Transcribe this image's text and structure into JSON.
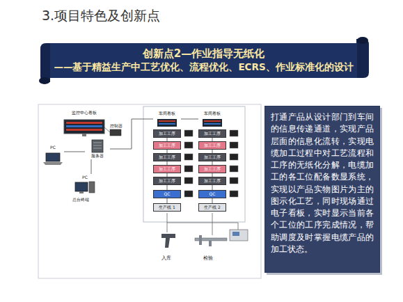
{
  "diagram": {
    "title": "3.项目特色及创新点",
    "nodes": [
      {
        "text": [
          "创新点2—作业指导无纸化",
          "——基于精益生产中工艺优化、流程优化、ECRS、作业标准化的设计"
        ]
      },
      {
        "text": [
          "打通产品从设计部门到车间的信息传递通道，实现产品层面的信息化流转，实现电缆加工过程中对工艺流程和工序的无纸化分解，电缆加工的各工位配备数显系统，实现以产品实物图片为主的图示化工艺，同时现场通过电子看板，实时显示当前各个工位的工序完成情况，帮助调度及时掌握电缆产品的加工状态。"
        ]
      },
      {
        "text": [
          "监控中心看板"
        ]
      },
      {
        "text": [
          "服务器"
        ]
      },
      {
        "text": [
          "PC"
        ]
      },
      {
        "text": [
          "PC"
        ]
      },
      {
        "text": [
          "车间看板"
        ]
      },
      {
        "text": [
          "加工工序"
        ]
      },
      {
        "text": [
          "加工工序"
        ]
      },
      {
        "text": [
          "加工工序"
        ]
      },
      {
        "text": [
          "加工工序"
        ]
      },
      {
        "text": [
          "加工工序"
        ]
      },
      {
        "text": [
          "QC"
        ]
      },
      {
        "text": [
          "生产线 1"
        ]
      },
      {
        "text": [
          "车间看板"
        ]
      },
      {
        "text": [
          "加工工序"
        ]
      },
      {
        "text": [
          "加工工序"
        ]
      },
      {
        "text": [
          "加工工序"
        ]
      },
      {
        "text": [
          "加工工序"
        ]
      },
      {
        "text": [
          "加工工序"
        ]
      },
      {
        "text": [
          "QC"
        ]
      },
      {
        "text": [
          "生产线 2"
        ]
      }
    ],
    "edges": [
      {
        "from": 3,
        "to": 2,
        "arrow": "none"
      },
      {
        "from": 4,
        "to": 3,
        "arrow": "none"
      },
      {
        "from": 3,
        "to": 5,
        "arrow": "none"
      },
      {
        "from": 3,
        "to": 6,
        "arrow": "none"
      },
      {
        "from": 6,
        "to": 14,
        "arrow": "none"
      },
      {
        "from": 7,
        "to": 8,
        "arrow": "none"
      },
      {
        "from": 8,
        "to": 9,
        "arrow": "none"
      },
      {
        "from": 9,
        "to": 10,
        "arrow": "none"
      },
      {
        "from": 10,
        "to": 11,
        "arrow": "none"
      },
      {
        "from": 11,
        "to": 12,
        "arrow": "none"
      },
      {
        "from": 12,
        "to": 13,
        "arrow": "none"
      },
      {
        "from": 15,
        "to": 16,
        "arrow": "none"
      },
      {
        "from": 16,
        "to": 17,
        "arrow": "none"
      },
      {
        "from": 17,
        "to": 18,
        "arrow": "none"
      },
      {
        "from": 18,
        "to": 19,
        "arrow": "none"
      },
      {
        "from": 19,
        "to": 20,
        "arrow": "none"
      },
      {
        "from": 20,
        "to": 21,
        "arrow": "none"
      }
    ],
    "labels": [
      "控制器",
      "总台终端",
      "入库",
      "检验"
    ]
  }
}
